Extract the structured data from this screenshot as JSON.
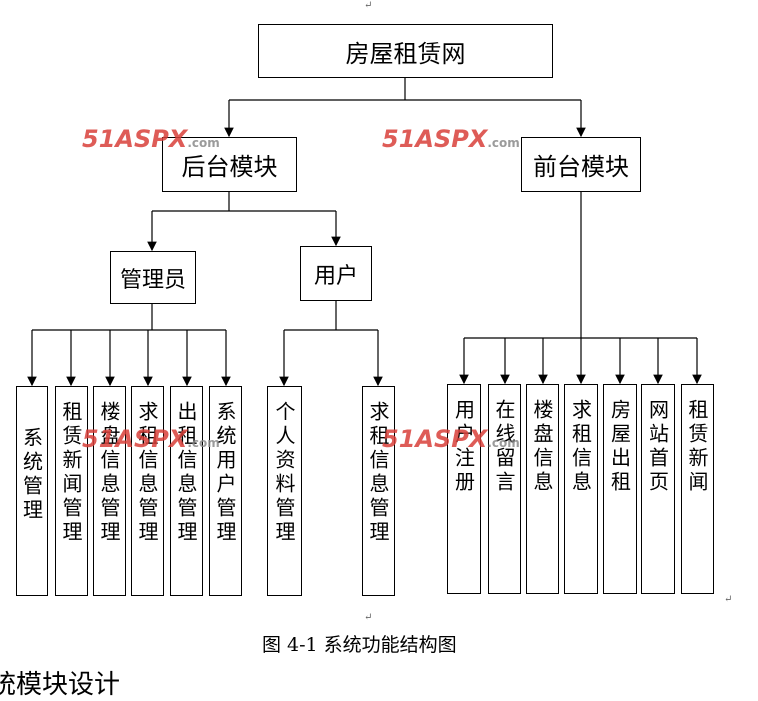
{
  "nodes": {
    "root": "房屋租赁网",
    "backend": "后台模块",
    "frontend": "前台模块",
    "admin": "管理员",
    "user": "用户",
    "admin_children": [
      "系统管理",
      "租赁新闻管理",
      "楼盘信息管理",
      "求租信息管理",
      "出租信息管理",
      "系统用户管理"
    ],
    "user_children": [
      "个人资料管理",
      "求租信息管理"
    ],
    "frontend_children": [
      "用户注册",
      "在线留言",
      "楼盘信息",
      "求租信息",
      "房屋出租",
      "网站首页",
      "租赁新闻"
    ]
  },
  "caption": "图 4-1 系统功能结构图",
  "watermark": "51ASPX.com",
  "bottom_text": "统模块设计"
}
